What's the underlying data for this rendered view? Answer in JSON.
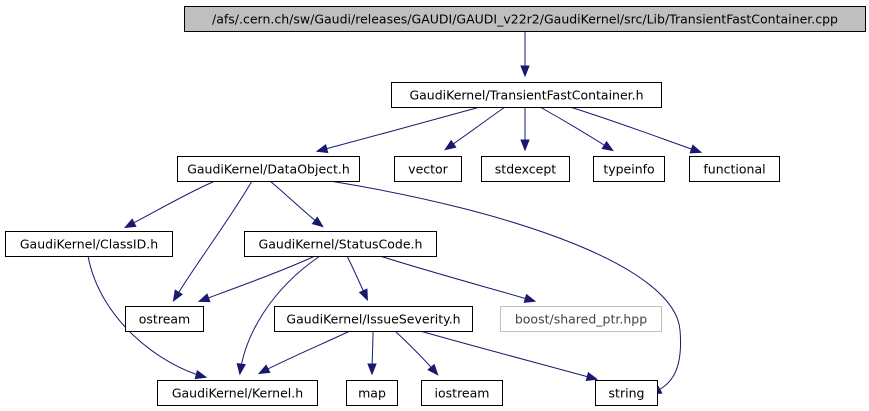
{
  "graph": {
    "nodes": [
      {
        "id": "root",
        "label": "/afs/.cern.ch/sw/Gaudi/releases/GAUDI/GAUDI_v22r2/GaudiKernel/src/Lib/TransientFastContainer.cpp",
        "kind": "root",
        "interactable": false
      },
      {
        "id": "tfc",
        "label": "GaudiKernel/TransientFastContainer.h",
        "kind": "file",
        "interactable": true
      },
      {
        "id": "dataobject",
        "label": "GaudiKernel/DataObject.h",
        "kind": "file",
        "interactable": true
      },
      {
        "id": "vector",
        "label": "vector",
        "kind": "file",
        "interactable": false
      },
      {
        "id": "stdexcept",
        "label": "stdexcept",
        "kind": "file",
        "interactable": false
      },
      {
        "id": "typeinfo",
        "label": "typeinfo",
        "kind": "file",
        "interactable": false
      },
      {
        "id": "functional",
        "label": "functional",
        "kind": "file",
        "interactable": false
      },
      {
        "id": "classid",
        "label": "GaudiKernel/ClassID.h",
        "kind": "file",
        "interactable": true
      },
      {
        "id": "statuscode",
        "label": "GaudiKernel/StatusCode.h",
        "kind": "file",
        "interactable": true
      },
      {
        "id": "ostream",
        "label": "ostream",
        "kind": "file",
        "interactable": false
      },
      {
        "id": "issueseverity",
        "label": "GaudiKernel/IssueSeverity.h",
        "kind": "file",
        "interactable": true
      },
      {
        "id": "shared_ptr",
        "label": "boost/shared_ptr.hpp",
        "kind": "missing",
        "interactable": false
      },
      {
        "id": "kernel",
        "label": "GaudiKernel/Kernel.h",
        "kind": "file",
        "interactable": true
      },
      {
        "id": "map",
        "label": "map",
        "kind": "file",
        "interactable": false
      },
      {
        "id": "iostream",
        "label": "iostream",
        "kind": "file",
        "interactable": false
      },
      {
        "id": "string",
        "label": "string",
        "kind": "file",
        "interactable": false
      }
    ],
    "edges": [
      {
        "from": "root",
        "to": "tfc"
      },
      {
        "from": "tfc",
        "to": "dataobject"
      },
      {
        "from": "tfc",
        "to": "vector"
      },
      {
        "from": "tfc",
        "to": "stdexcept"
      },
      {
        "from": "tfc",
        "to": "typeinfo"
      },
      {
        "from": "tfc",
        "to": "functional"
      },
      {
        "from": "dataobject",
        "to": "classid"
      },
      {
        "from": "dataobject",
        "to": "statuscode"
      },
      {
        "from": "dataobject",
        "to": "ostream"
      },
      {
        "from": "dataobject",
        "to": "string"
      },
      {
        "from": "classid",
        "to": "kernel"
      },
      {
        "from": "statuscode",
        "to": "ostream"
      },
      {
        "from": "statuscode",
        "to": "issueseverity"
      },
      {
        "from": "statuscode",
        "to": "shared_ptr"
      },
      {
        "from": "statuscode",
        "to": "kernel"
      },
      {
        "from": "issueseverity",
        "to": "kernel"
      },
      {
        "from": "issueseverity",
        "to": "map"
      },
      {
        "from": "issueseverity",
        "to": "iostream"
      },
      {
        "from": "issueseverity",
        "to": "string"
      }
    ],
    "colors": {
      "edge": "#191970",
      "node_border": "#000000",
      "root_fill": "#bfbfbf",
      "missing_border": "#bfbfbf",
      "background": "#ffffff"
    }
  }
}
